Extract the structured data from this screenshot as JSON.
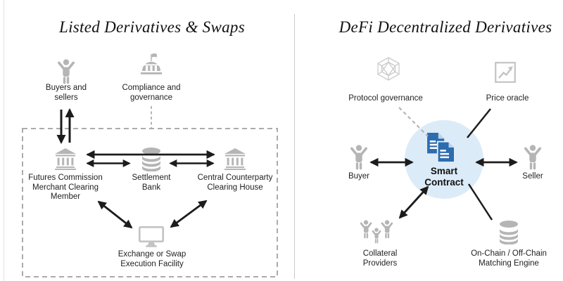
{
  "left_panel": {
    "title": "Listed Derivatives & Swaps",
    "nodes": {
      "buyers": {
        "label": "Buyers and\nsellers",
        "icon": "person-arms-up-icon"
      },
      "compliance": {
        "label": "Compliance and\ngovernance",
        "icon": "bank-flag-icon"
      },
      "fcm": {
        "label": "Futures Commission\nMerchant Clearing\nMember",
        "icon": "bank-icon"
      },
      "settlement": {
        "label": "Settlement\nBank",
        "icon": "database-icon"
      },
      "ccp": {
        "label": "Central Counterparty\nClearing House",
        "icon": "bank-icon"
      },
      "exchange": {
        "label": "Exchange or Swap\nExecution Facility",
        "icon": "monitor-icon"
      }
    }
  },
  "right_panel": {
    "title": "DeFi Decentralized Derivatives",
    "center": {
      "label": "Smart\nContract",
      "icon": "smart-contract-documents-icon"
    },
    "nodes": {
      "protocol_governance": {
        "label": "Protocol governance",
        "icon": "hexagon-network-icon"
      },
      "price_oracle": {
        "label": "Price oracle",
        "icon": "price-chart-icon"
      },
      "buyer": {
        "label": "Buyer",
        "icon": "person-arms-up-icon"
      },
      "seller": {
        "label": "Seller",
        "icon": "person-arms-up-icon"
      },
      "collateral": {
        "label": "Collateral\nProviders",
        "icon": "family-icon"
      },
      "matching": {
        "label": "On-Chain / Off-Chain\nMatching Engine",
        "icon": "database-icon"
      }
    }
  },
  "colors": {
    "icon_gray": "#b5b5b5",
    "monitor_gray": "#c3c3c3",
    "outline_gray": "#cbcbcb",
    "arrow_black": "#1c1c1c",
    "dashed_gray": "#b0b0b0",
    "circle_fill": "#dcebf8",
    "contract_blue": "#2e6cb0"
  }
}
